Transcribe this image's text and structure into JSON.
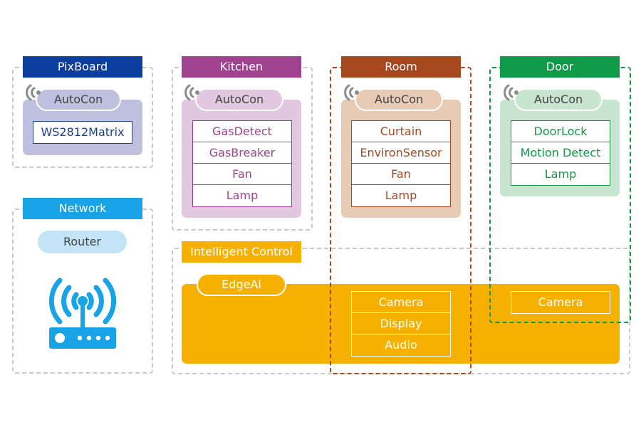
{
  "colors": {
    "pixboard": "#0c3ea0",
    "pixboard_panel": "#bfc0e0",
    "pixboard_text": "#1b3f8f",
    "kitchen": "#a0428f",
    "kitchen_panel": "#e1c7e0",
    "kitchen_text": "#a0428f",
    "room": "#a6471e",
    "room_panel": "#e8cbb5",
    "room_text": "#a6471e",
    "door": "#0e9a46",
    "door_panel": "#c8e6cf",
    "door_text": "#0e9a46",
    "network": "#17a3e6",
    "router_pill": "#c3e4f7",
    "intelligent": "#f6b100",
    "wifi_gray": "#8a8a8a"
  },
  "pixboard": {
    "title": "PixBoard",
    "controller": "AutoCon",
    "devices": [
      "WS2812Matrix"
    ]
  },
  "kitchen": {
    "title": "Kitchen",
    "controller": "AutoCon",
    "devices": [
      "GasDetect",
      "GasBreaker",
      "Fan",
      "Lamp"
    ]
  },
  "room": {
    "title": "Room",
    "controller": "AutoCon",
    "devices": [
      "Curtain",
      "EnvironSensor",
      "Fan",
      "Lamp"
    ]
  },
  "door": {
    "title": "Door",
    "controller": "AutoCon",
    "devices": [
      "DoorLock",
      "Motion Detect",
      "Lamp"
    ]
  },
  "network": {
    "title": "Network",
    "device": "Router",
    "icon": "wifi-router-icon"
  },
  "intelligent_control": {
    "title": "Intelligent Control",
    "engine": "EdgeAi",
    "room_devices": [
      "Camera",
      "Display",
      "Audio"
    ],
    "door_devices": [
      "Camera"
    ]
  }
}
